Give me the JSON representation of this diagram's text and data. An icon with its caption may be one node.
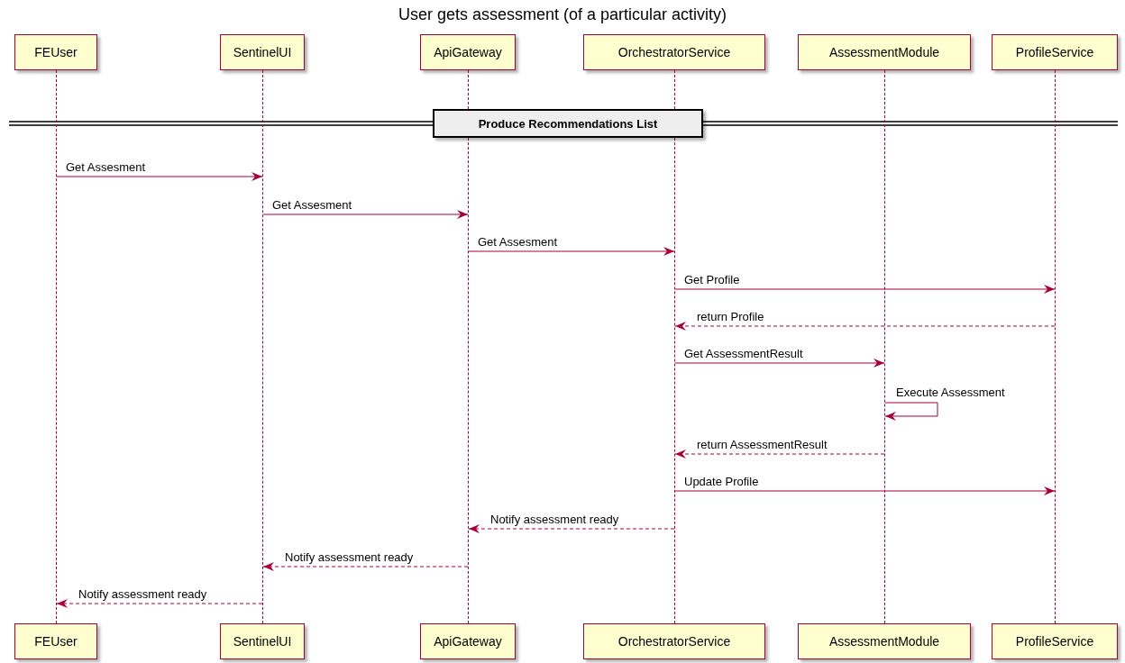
{
  "diagram": {
    "title": "User gets assessment (of a particular activity)",
    "nodes": [
      {
        "text": [
          "FEUser"
        ]
      },
      {
        "text": [
          "SentinelUI"
        ]
      },
      {
        "text": [
          "ApiGateway"
        ]
      },
      {
        "text": [
          "OrchestratorService"
        ]
      },
      {
        "text": [
          "AssessmentModule"
        ]
      },
      {
        "text": [
          "ProfileService"
        ]
      },
      {
        "text": [
          "Produce Recommendations List"
        ]
      },
      {
        "text": [],
        "shape": "line"
      },
      {
        "text": [],
        "shape": "line"
      },
      {
        "text": [],
        "shape": "line"
      },
      {
        "text": [],
        "shape": "line"
      },
      {
        "text": [],
        "shape": "line"
      },
      {
        "text": [],
        "shape": "line"
      },
      {
        "text": [
          "FEUser"
        ]
      },
      {
        "text": [
          "SentinelUI"
        ]
      },
      {
        "text": [
          "ApiGateway"
        ]
      },
      {
        "text": [
          "OrchestratorService"
        ]
      },
      {
        "text": [
          "AssessmentModule"
        ]
      },
      {
        "text": [
          "ProfileService"
        ]
      }
    ],
    "edges": [
      {
        "from": 7,
        "to": 8,
        "arrow": "to",
        "label": "Get Assesment"
      },
      {
        "from": 8,
        "to": 9,
        "arrow": "to",
        "label": "Get Assesment"
      },
      {
        "from": 9,
        "to": 10,
        "arrow": "to",
        "label": "Get Assesment"
      },
      {
        "from": 10,
        "to": 12,
        "arrow": "to",
        "label": "Get Profile"
      },
      {
        "from": 12,
        "to": 10,
        "arrow": "to",
        "label": "return Profile",
        "style": "dashed"
      },
      {
        "from": 10,
        "to": 11,
        "arrow": "to",
        "label": "Get AssessmentResult"
      },
      {
        "from": 11,
        "to": 11,
        "arrow": "to",
        "label": "Execute Assessment"
      },
      {
        "from": 11,
        "to": 10,
        "arrow": "to",
        "label": "return AssessmentResult",
        "style": "dashed"
      },
      {
        "from": 10,
        "to": 12,
        "arrow": "to",
        "label": "Update Profile"
      },
      {
        "from": 10,
        "to": 9,
        "arrow": "to",
        "label": "Notify assessment ready",
        "style": "dashed"
      },
      {
        "from": 9,
        "to": 8,
        "arrow": "to",
        "label": "Notify assessment ready",
        "style": "dashed"
      },
      {
        "from": 8,
        "to": 7,
        "arrow": "to",
        "label": "Notify assessment ready",
        "style": "dashed"
      }
    ]
  }
}
